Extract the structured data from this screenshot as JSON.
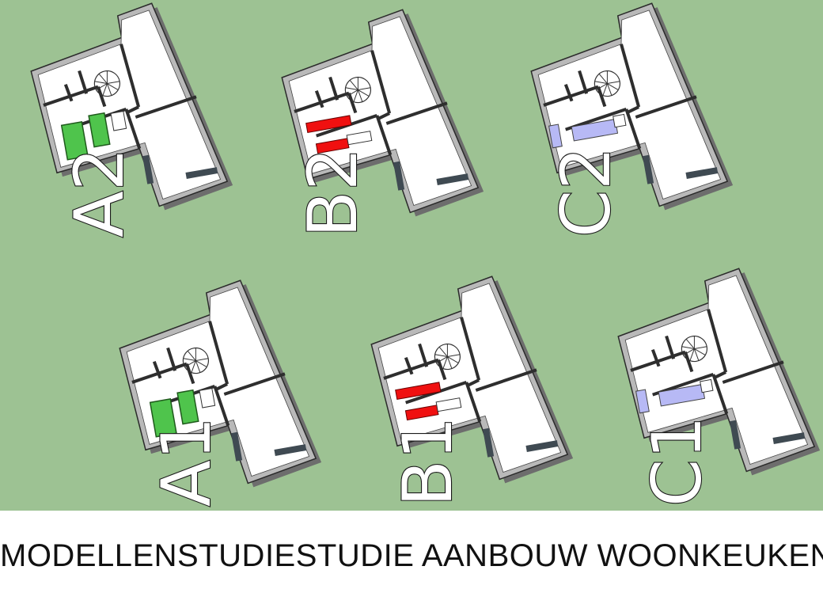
{
  "caption": "MODELLENSTUDIESTUDIE  AANBOUW  WOONKEUKEN",
  "colors": {
    "background": "#9dc293",
    "floor": "#ffffff",
    "wall": "#b9b9b9",
    "wall_dark": "#6d6d6d",
    "variant_a": "#4fc44c",
    "variant_b": "#f01010",
    "variant_c": "#b7b9f5"
  },
  "plans": [
    {
      "label": "A2",
      "variant": "a",
      "layout": "green-blocks"
    },
    {
      "label": "B2",
      "variant": "b",
      "layout": "red-bars"
    },
    {
      "label": "C2",
      "variant": "c",
      "layout": "blue-island"
    },
    {
      "label": "A1",
      "variant": "a",
      "layout": "green-blocks"
    },
    {
      "label": "B1",
      "variant": "b",
      "layout": "red-bars"
    },
    {
      "label": "C1",
      "variant": "c",
      "layout": "blue-island"
    }
  ]
}
